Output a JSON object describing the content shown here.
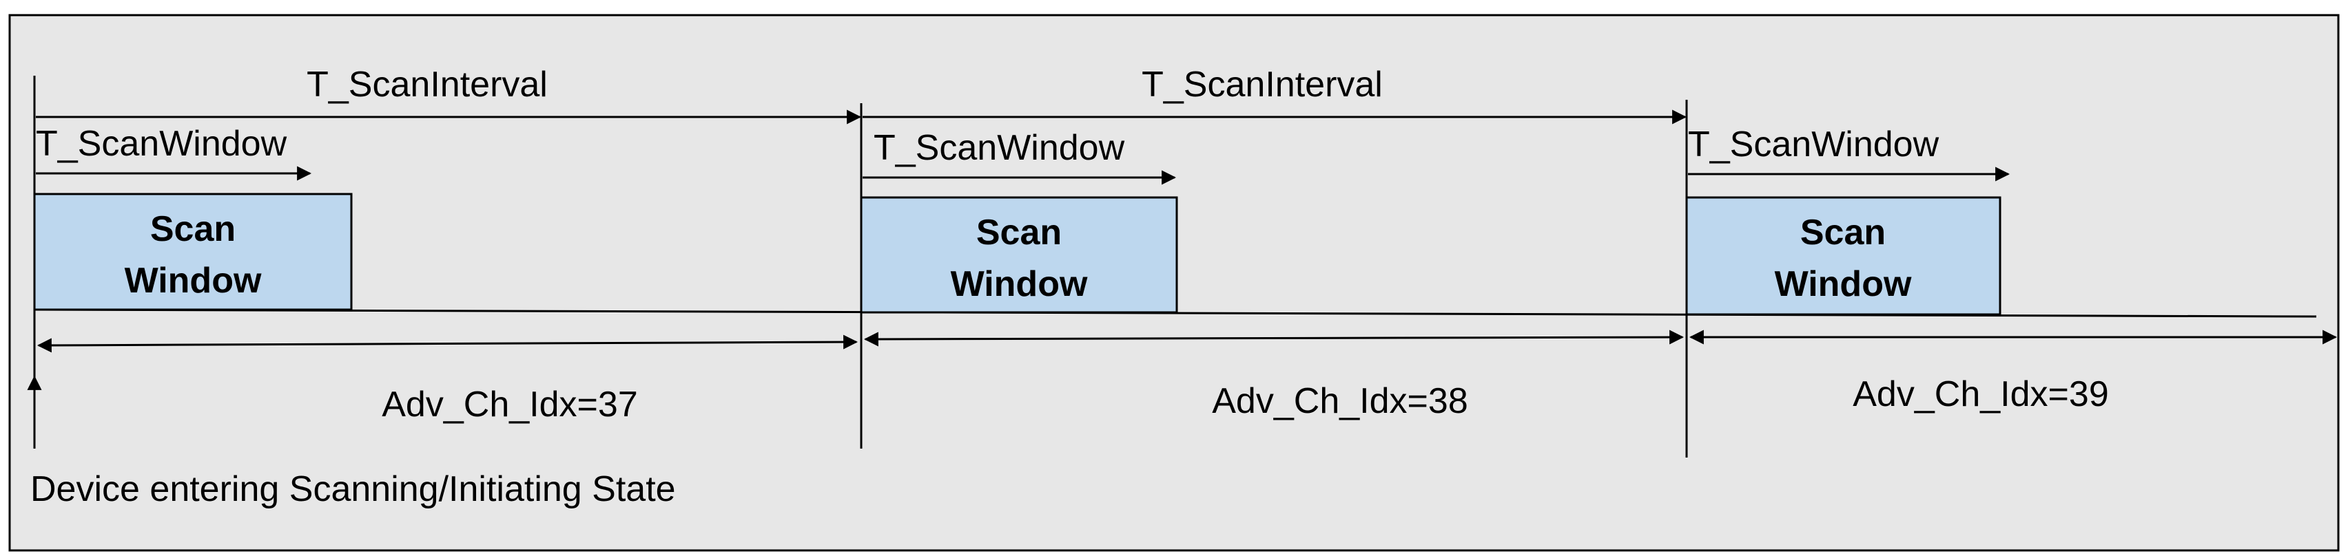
{
  "intervals": [
    {
      "interval_label": "T_ScanInterval",
      "window_label": "T_ScanWindow",
      "box_line1": "Scan",
      "box_line2": "Window",
      "channel_label": "Adv_Ch_Idx=37"
    },
    {
      "interval_label": "T_ScanInterval",
      "window_label": "T_ScanWindow",
      "box_line1": "Scan",
      "box_line2": "Window",
      "channel_label": "Adv_Ch_Idx=38"
    },
    {
      "window_label": "T_ScanWindow",
      "box_line1": "Scan",
      "box_line2": "Window",
      "channel_label": "Adv_Ch_Idx=39"
    }
  ],
  "start_label": "Device entering Scanning/Initiating State",
  "colors": {
    "background": "#e7e7e7",
    "frame": "#000000",
    "scan_window_fill": "#bdd7ee",
    "lines": "#000000"
  }
}
